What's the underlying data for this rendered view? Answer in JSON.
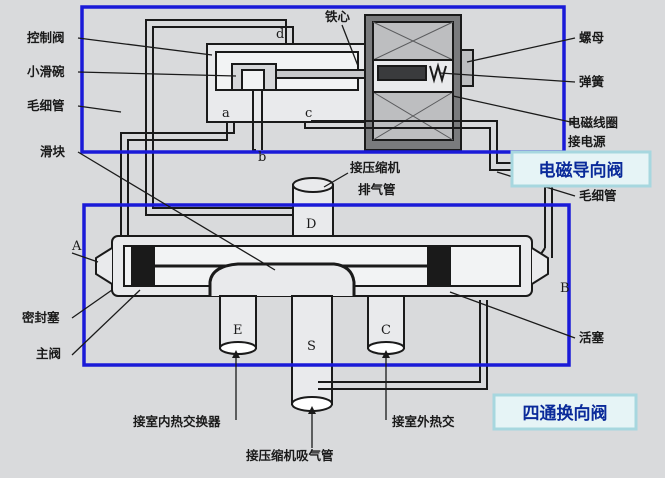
{
  "badges": {
    "solenoid": "电磁导向阀",
    "four_way": "四通换向阀"
  },
  "labels": {
    "control_valve": "控制阀",
    "small_slider": "小滑碗",
    "capillary_left": "毛细管",
    "slider": "滑块",
    "iron_core": "铁心",
    "nut": "螺母",
    "spring": "弹簧",
    "coil": "电磁线圈",
    "power": "接电源",
    "capillary_right": "毛细管",
    "discharge_line1": "接压缩机",
    "discharge_line2": "排气管",
    "seal_plug": "密封塞",
    "main_valve": "主阀",
    "piston": "活塞",
    "indoor_hx": "接室内热交换器",
    "outdoor_hx": "接室外热交",
    "suction": "接压缩机吸气管"
  },
  "letters": {
    "a": "a",
    "b": "b",
    "c": "c",
    "d": "d",
    "A": "A",
    "B": "B",
    "D": "D",
    "E": "E",
    "S": "S",
    "C": "C"
  },
  "colors": {
    "frame_blue": "#1a1ad8",
    "badge_fill": "#e6f4f6",
    "badge_border": "#a7d7df",
    "badge_text": "#0a2a9a",
    "line": "#1a1a1a",
    "body_fill": "#e9eaec"
  }
}
